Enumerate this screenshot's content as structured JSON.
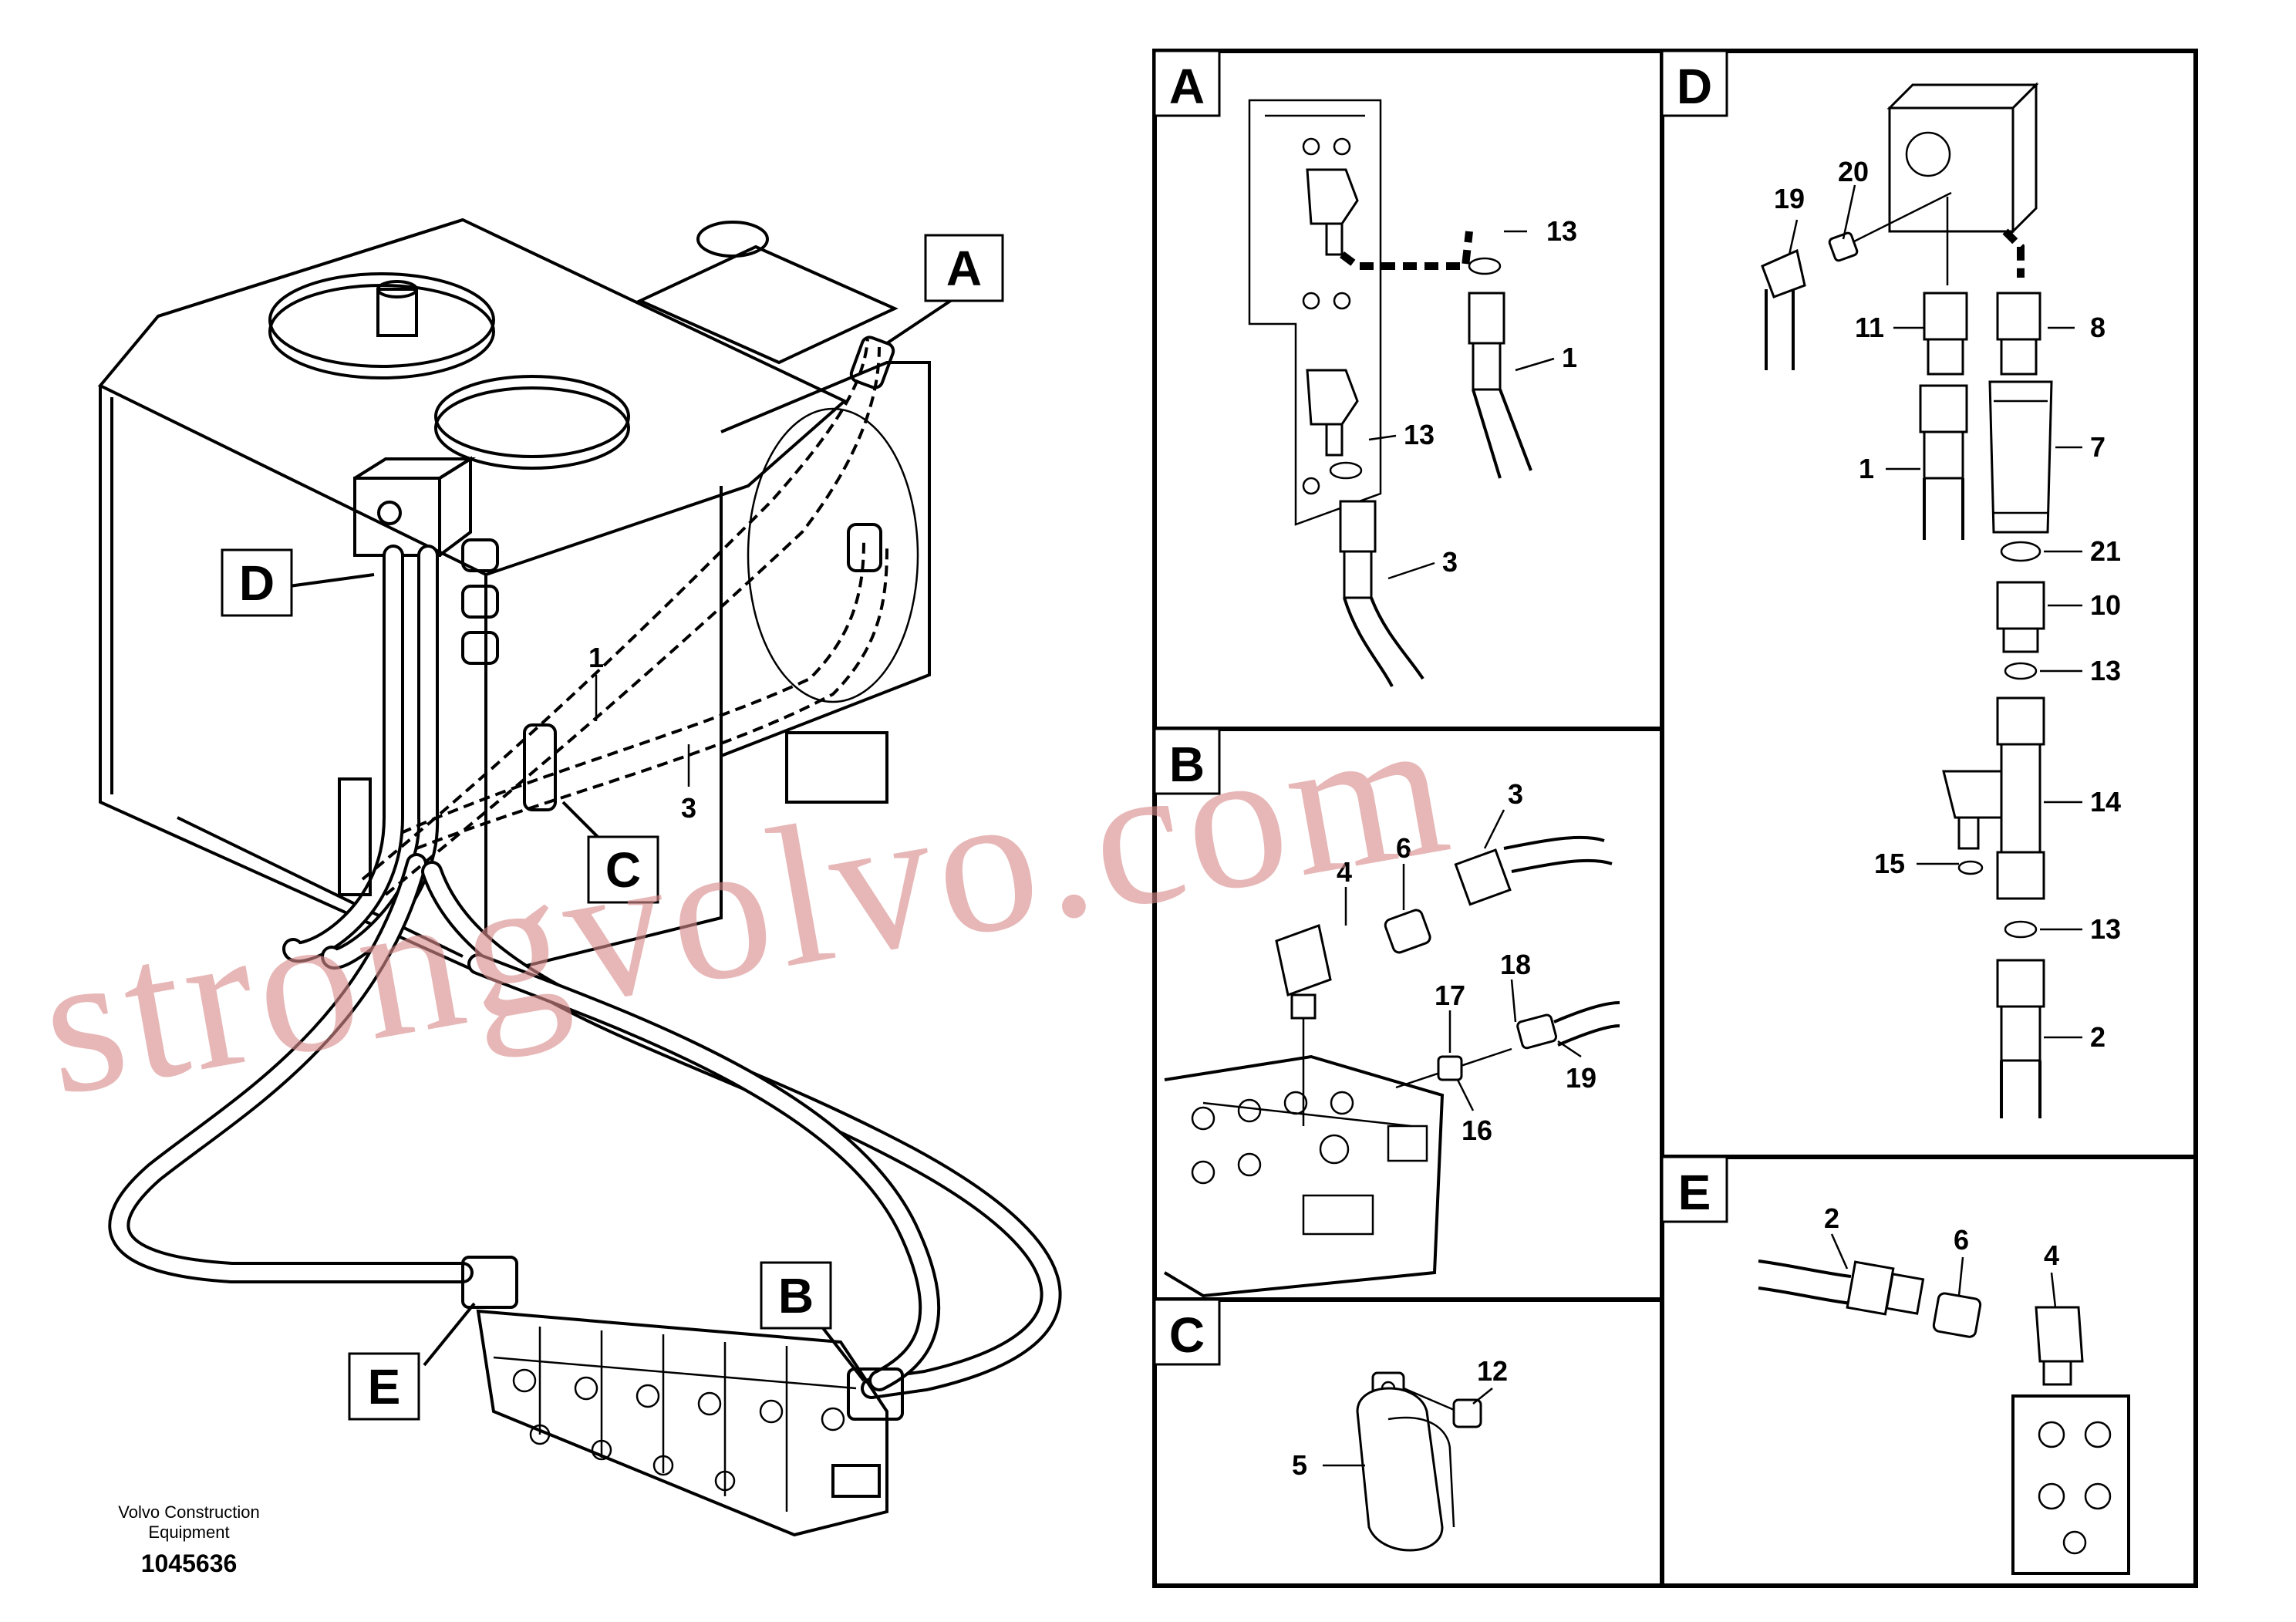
{
  "footer": {
    "company_line1": "Volvo Construction",
    "company_line2": "Equipment",
    "drawing_number": "1045636"
  },
  "watermark": "strongvolvo.com",
  "main_view": {
    "callouts": [
      "A",
      "B",
      "C",
      "D",
      "E"
    ],
    "labels": [
      "1",
      "3"
    ]
  },
  "panel_a": {
    "letter": "A",
    "labels": [
      "13",
      "1",
      "13",
      "3"
    ]
  },
  "panel_b": {
    "letter": "B",
    "labels": [
      "3",
      "6",
      "4",
      "18",
      "17",
      "19",
      "16"
    ]
  },
  "panel_c": {
    "letter": "C",
    "labels": [
      "12",
      "5"
    ]
  },
  "panel_d": {
    "letter": "D",
    "labels": [
      "20",
      "19",
      "11",
      "8",
      "1",
      "7",
      "21",
      "10",
      "13",
      "14",
      "15",
      "13",
      "2"
    ]
  },
  "panel_e": {
    "letter": "E",
    "labels": [
      "2",
      "6",
      "4"
    ]
  }
}
